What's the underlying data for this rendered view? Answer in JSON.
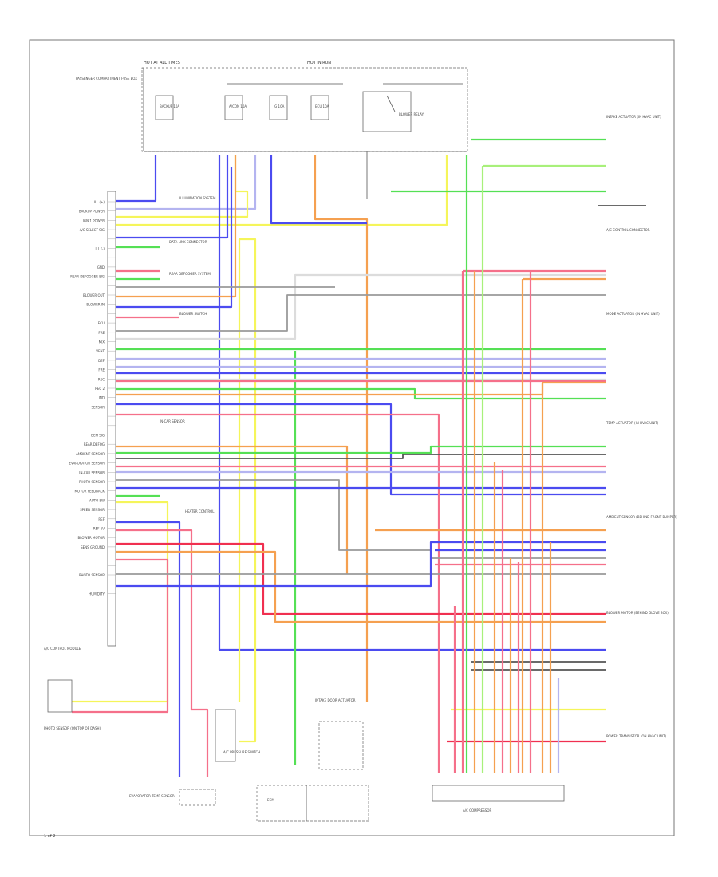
{
  "diagram": {
    "page_number": "1 of 2",
    "control_module_label": "A/C CONTROL MODULE",
    "fuse_box_left_label": "PASSENGER COMPARTMENT FUSE BOX",
    "fuse_box_top_label": "HOT AT ALL TIMES",
    "fuse_box_run_label": "HOT IN RUN",
    "fuses": [
      {
        "label": "BACKUP 10A"
      },
      {
        "label": "A/CON 10A"
      },
      {
        "label": "IG 10A"
      },
      {
        "label": "ECU 10A"
      },
      {
        "label": "BLOWER RELAY"
      }
    ],
    "pins_left": [
      "ILL (+)",
      "BACKUP POWER",
      "IGN 1 POWER",
      "A/C SELECT SIG",
      "",
      "ILL (-)",
      "",
      "GND",
      "REAR DEFOGGER SIG",
      "",
      "BLOWER OUT",
      "BLOWER IN",
      "",
      "ECU",
      "FRE",
      "MIX",
      "VENT",
      "DEF",
      "FRE",
      "REC",
      "REC 2",
      "IND",
      "SENSOR",
      "",
      "",
      "ECM SIG",
      "REAR DEFOG",
      "AMBIENT SENSOR",
      "EVAPORATOR SENSOR",
      "IN-CAR SENSOR",
      "PHOTO SENSOR",
      "MOTOR FEEDBACK",
      "AUTO SW",
      "SPEED SENSOR",
      "REF",
      "REF 5V",
      "BLOWER MOTOR",
      "SENS GROUND",
      "",
      "",
      "PHOTO SENSOR",
      "",
      "HUMIDITY"
    ],
    "right_labels": [
      {
        "id": "r1",
        "text": "INTAKE ACTUATOR (IN HVAC UNIT)"
      },
      {
        "id": "r2",
        "text": "A/C CONTROL CONNECTOR"
      },
      {
        "id": "r3",
        "text": "MODE ACTUATOR (IN HVAC UNIT)"
      },
      {
        "id": "r4",
        "text": "TEMP ACTUATOR (IN HVAC UNIT)"
      },
      {
        "id": "r5",
        "text": "AMBIENT SENSOR (BEHIND FRONT BUMPER)"
      },
      {
        "id": "r6",
        "text": "BLOWER MOTOR (BEHIND GLOVE BOX)"
      },
      {
        "id": "r7",
        "text": "POWER TRANSISTOR (ON HVAC UNIT)"
      }
    ],
    "left_side_labels": [
      {
        "id": "l1",
        "text": "ILLUMINATION SYSTEM"
      },
      {
        "id": "l2",
        "text": "DATA LINK CONNECTOR"
      },
      {
        "id": "l3",
        "text": "REAR DEFOGGER SYSTEM"
      },
      {
        "id": "l4",
        "text": "BLOWER SWITCH"
      },
      {
        "id": "l5",
        "text": "IN-CAR SENSOR"
      },
      {
        "id": "l6",
        "text": "HEATER CONTROL"
      }
    ],
    "bottom_components": [
      {
        "id": "b1",
        "text": "PHOTO SENSOR (ON TOP OF DASH)"
      },
      {
        "id": "b2",
        "text": "EVAPORATOR TEMP SENSOR"
      },
      {
        "id": "b3",
        "text": "A/C PRESSURE SWITCH"
      },
      {
        "id": "b4",
        "text": "ECM"
      },
      {
        "id": "b5",
        "text": "INTAKE DOOR ACTUATOR"
      },
      {
        "id": "b6",
        "text": "A/C COMPRESSOR"
      }
    ],
    "colors": {
      "blue": "#4b4bf0",
      "yellow": "#f5f55a",
      "green": "#55e055",
      "light_green": "#a8f07a",
      "orange": "#f5a050",
      "pink": "#f5708a",
      "red": "#f03050",
      "gray": "#9a9a9a",
      "dark": "#555555",
      "lavender": "#b4b4f0",
      "light_gray": "#dcdcdc"
    }
  }
}
